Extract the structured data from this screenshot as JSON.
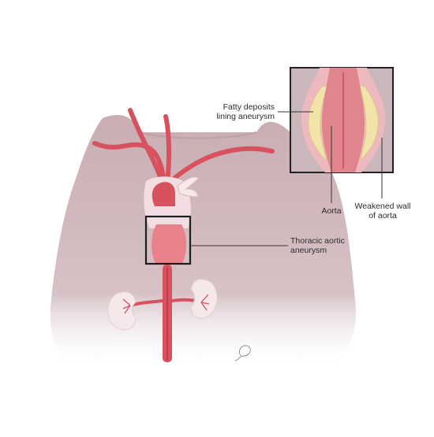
{
  "labels": {
    "fatty_line1": "Fatty deposits",
    "fatty_line2": "lining aneurysm",
    "aorta": "Aorta",
    "weakened_line1": "Weakened wall",
    "weakened_line2": "of aorta",
    "thoracic_line1": "Thoracic aortic",
    "thoracic_line2": "aneurysm"
  },
  "colors": {
    "skin": "#d2bcc0",
    "skin_shadow": "#bfa2a8",
    "vessel": "#d7525e",
    "vessel_dark": "#b8303f",
    "aneurysm": "#e8818a",
    "heart": "#f2dee2",
    "kidney": "#f4e8ea",
    "inset_bg": "#c9b7bc",
    "fatty": "#f2e3a8",
    "wall": "#eeb8bf",
    "line": "#333333"
  }
}
